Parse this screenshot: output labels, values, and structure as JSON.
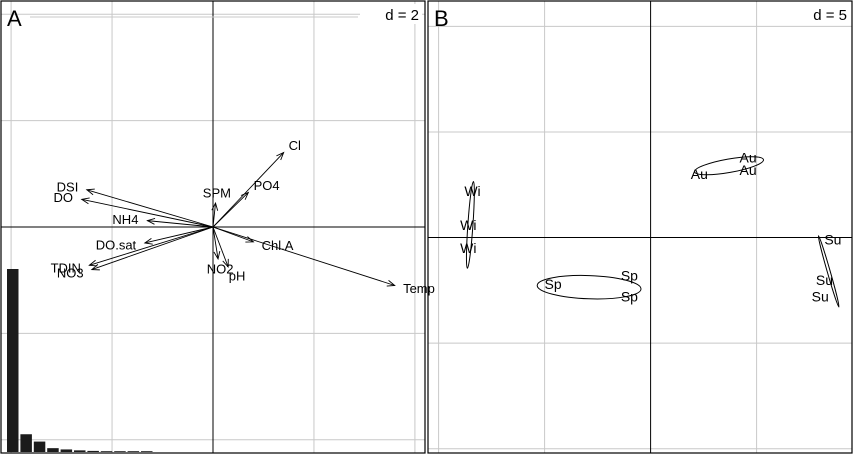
{
  "chart_data": [
    {
      "type": "scatter",
      "panel": "A",
      "scale_label": "d = 2",
      "xlim": [
        -4.2,
        4.2
      ],
      "ylim": [
        -4.25,
        4.25
      ],
      "grid_step": 2,
      "vectors": [
        {
          "label": "Cl",
          "x": 1.4,
          "y": 1.4
        },
        {
          "label": "PO4",
          "x": 0.7,
          "y": 0.65
        },
        {
          "label": "SPM",
          "x": 0.05,
          "y": 0.45
        },
        {
          "label": "DSI",
          "x": -2.5,
          "y": 0.7
        },
        {
          "label": "DO",
          "x": -2.6,
          "y": 0.52
        },
        {
          "label": "NH4",
          "x": -1.3,
          "y": 0.12
        },
        {
          "label": "DO.sat",
          "x": -1.35,
          "y": -0.3
        },
        {
          "label": "TDIN",
          "x": -2.45,
          "y": -0.72
        },
        {
          "label": "NO3",
          "x": -2.4,
          "y": -0.8
        },
        {
          "label": "NO2",
          "x": 0.1,
          "y": -0.6
        },
        {
          "label": "pH",
          "x": 0.3,
          "y": -0.75
        },
        {
          "label": "Chl.A",
          "x": 0.8,
          "y": -0.28
        },
        {
          "label": "Temp",
          "x": 3.6,
          "y": -1.1
        }
      ],
      "eigenvalue_bars": [
        1.0,
        0.097,
        0.057,
        0.021,
        0.014,
        0.009,
        0.006,
        0.004,
        0.003,
        0.002,
        0.0015
      ]
    },
    {
      "type": "scatter",
      "panel": "B",
      "scale_label": "d = 5",
      "xlim": [
        -10.5,
        9.5
      ],
      "ylim": [
        -10.2,
        11.2
      ],
      "grid_step": 5,
      "groups": [
        {
          "label": "Wi",
          "points": [
            [
              -8.4,
              2.2
            ],
            [
              -8.6,
              0.6
            ],
            [
              -8.6,
              -0.5
            ]
          ],
          "ellipse": {
            "cx": -8.5,
            "cy": 0.6,
            "rx": 2.05,
            "ry": 0.12,
            "angle": 86
          }
        },
        {
          "label": "Au",
          "points": [
            [
              2.3,
              3.0
            ],
            [
              4.6,
              3.2
            ],
            [
              4.6,
              3.8
            ]
          ],
          "ellipse": {
            "cx": 3.7,
            "cy": 3.4,
            "rx": 1.65,
            "ry": 0.32,
            "angle": 10
          }
        },
        {
          "label": "Sp",
          "points": [
            [
              -4.6,
              -2.2
            ],
            [
              -1.0,
              -1.8
            ],
            [
              -1.0,
              -2.8
            ]
          ],
          "ellipse": {
            "cx": -2.9,
            "cy": -2.35,
            "rx": 2.45,
            "ry": 0.55,
            "angle": -2
          }
        },
        {
          "label": "Su",
          "points": [
            [
              8.6,
              -0.1
            ],
            [
              8.2,
              -2.0
            ],
            [
              8.0,
              -2.8
            ]
          ],
          "ellipse": {
            "cx": 8.4,
            "cy": -1.6,
            "rx": 1.75,
            "ry": 0.07,
            "angle": -74
          }
        }
      ]
    }
  ]
}
